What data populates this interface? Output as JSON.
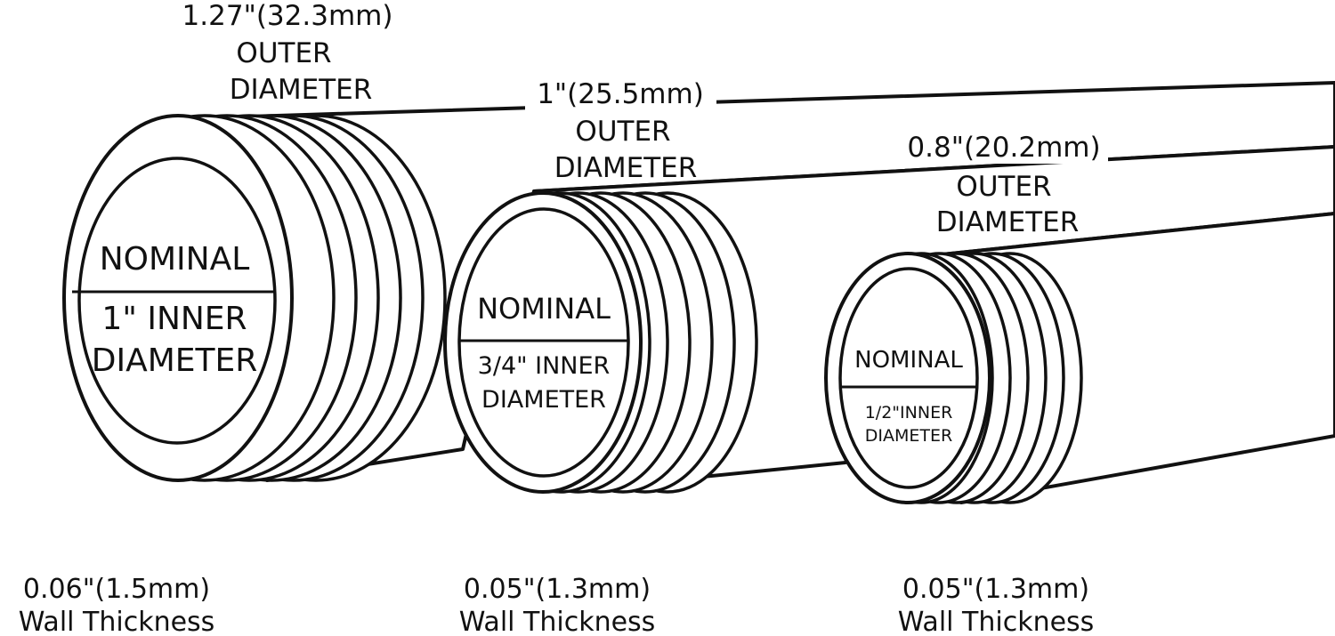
{
  "pipes": [
    {
      "outer_size": "1.27\"(32.3mm)",
      "outer_line1": "OUTER",
      "outer_line2": "DIAMETER",
      "nominal": "NOMINAL",
      "inner_line1": "1\" INNER",
      "inner_line2": "DIAMETER",
      "wall_value": "0.06\"(1.5mm)",
      "wall_label": "Wall Thickness"
    },
    {
      "outer_size": "1\"(25.5mm)",
      "outer_line1": "OUTER",
      "outer_line2": "DIAMETER",
      "nominal": "NOMINAL",
      "inner_line1": "3/4\" INNER",
      "inner_line2": "DIAMETER",
      "wall_value": "0.05\"(1.3mm)",
      "wall_label": "Wall Thickness"
    },
    {
      "outer_size": "0.8\"(20.2mm)",
      "outer_line1": "OUTER",
      "outer_line2": "DIAMETER",
      "nominal": "NOMINAL",
      "inner_line1": "1/2\"INNER",
      "inner_line2": "DIAMETER",
      "wall_value": "0.05\"(1.3mm)",
      "wall_label": "Wall Thickness"
    }
  ],
  "colors": {
    "stroke": "#111111",
    "background": "#ffffff"
  }
}
